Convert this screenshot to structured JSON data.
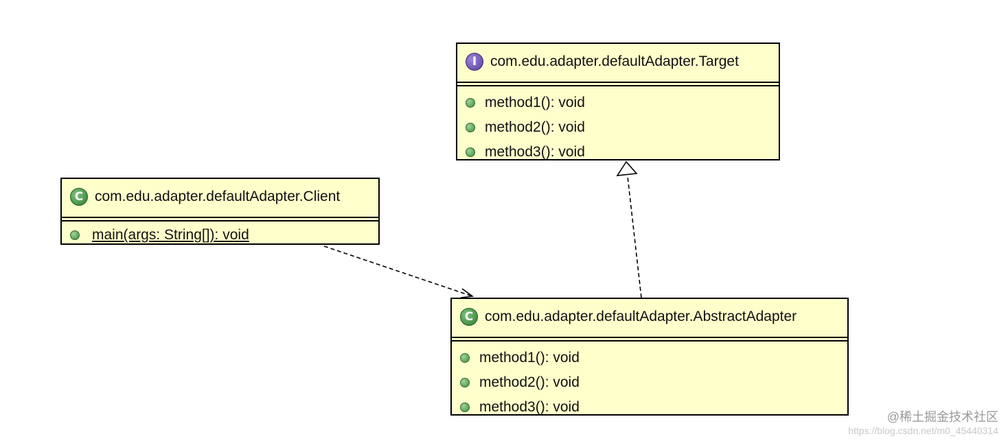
{
  "classes": {
    "target": {
      "kind_icon": "interface-icon",
      "icon_glyph": "I",
      "name": "com.edu.adapter.defaultAdapter.Target",
      "methods": [
        "method1(): void",
        "method2(): void",
        "method3(): void"
      ]
    },
    "client": {
      "kind_icon": "class-icon",
      "icon_glyph": "C",
      "name": "com.edu.adapter.defaultAdapter.Client",
      "methods": [
        "main(args: String[]): void"
      ]
    },
    "abstract_adapter": {
      "kind_icon": "class-icon",
      "icon_glyph": "C",
      "name": "com.edu.adapter.defaultAdapter.AbstractAdapter",
      "methods": [
        "method1(): void",
        "method2(): void",
        "method3(): void"
      ]
    }
  },
  "relations": [
    {
      "from": "client",
      "to": "abstract_adapter",
      "type": "dependency"
    },
    {
      "from": "abstract_adapter",
      "to": "target",
      "type": "realization"
    }
  ],
  "colors": {
    "class_fill": "#ffffcc",
    "border": "#000000",
    "method_dot": "#4e9a4a",
    "interface_icon": "#6a4fb0",
    "class_icon": "#3a8a3f"
  },
  "watermark": {
    "line1": "@稀土掘金技术社区",
    "line2": "https://blog.csdn.net/m0_45440314"
  }
}
